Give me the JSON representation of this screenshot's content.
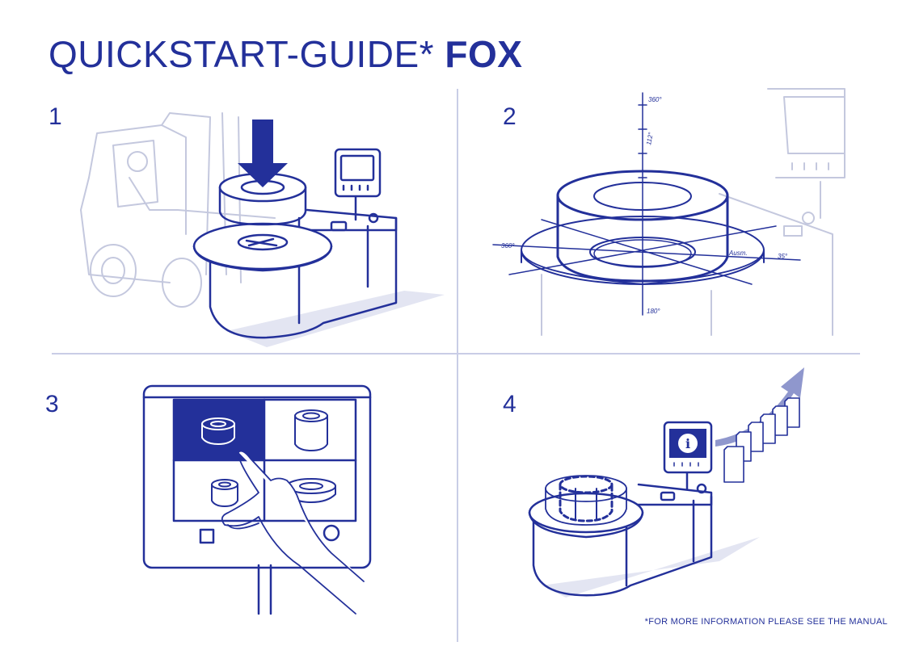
{
  "title": {
    "prefix": "QUICKSTART-GUIDE*",
    "product": "FOX"
  },
  "steps": [
    {
      "number": "1"
    },
    {
      "number": "2",
      "angles": {
        "top": "360°",
        "upper": "112°",
        "left": "360°",
        "bottom": "180°",
        "right_label": "Ausm.",
        "right": "35°"
      }
    },
    {
      "number": "3"
    },
    {
      "number": "4"
    }
  ],
  "footnote": "*FOR MORE INFORMATION PLEASE SEE THE MANUAL",
  "colors": {
    "ink": "#23309a",
    "accent": "#1f2a8c",
    "sketch": "#c4c8de",
    "floor": "#d9dcef"
  }
}
